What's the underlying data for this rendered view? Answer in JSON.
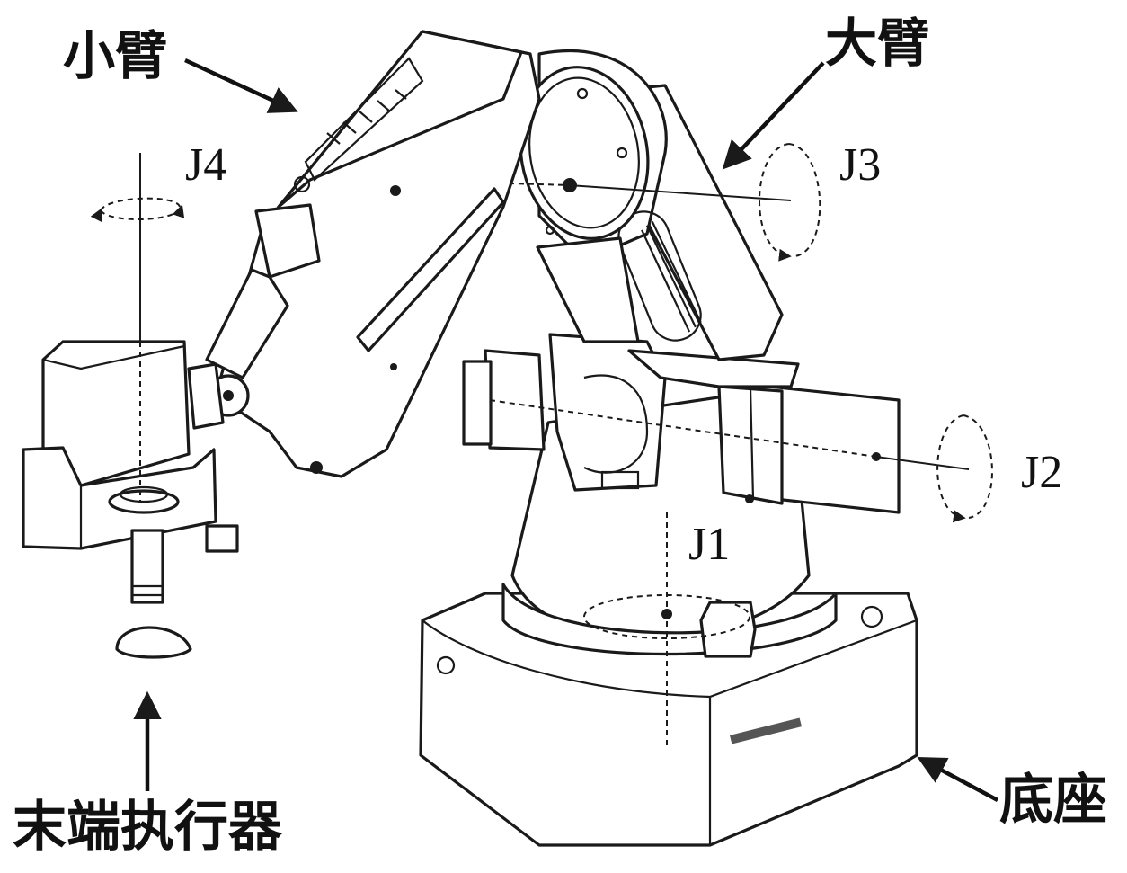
{
  "labels": {
    "forearm": "小臂",
    "upper_arm": "大臂",
    "end_effector": "末端执行器",
    "base": "底座",
    "j1": "J1",
    "j2": "J2",
    "j3": "J3",
    "j4": "J4"
  },
  "icons": {
    "arrow": "arrow-icon",
    "rotation": "rotation-arrow-icon"
  }
}
